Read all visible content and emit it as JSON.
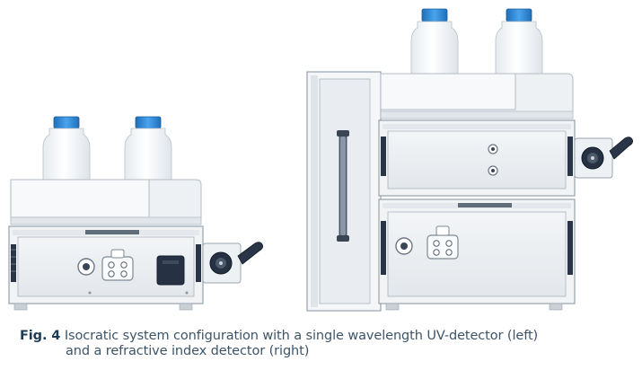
{
  "caption": {
    "label": "Fig. 4",
    "line1": "Isocratic system configuration with a single wavelength UV-detector (left)",
    "line2": "and a refractive index detector (right)"
  },
  "colors": {
    "cap_blue": "#2f86d4",
    "module_body": "#f4f6f8",
    "outline": "#9aa6b1",
    "vent_dark": "#1f2a3a",
    "caption_text": "#3d5468"
  }
}
